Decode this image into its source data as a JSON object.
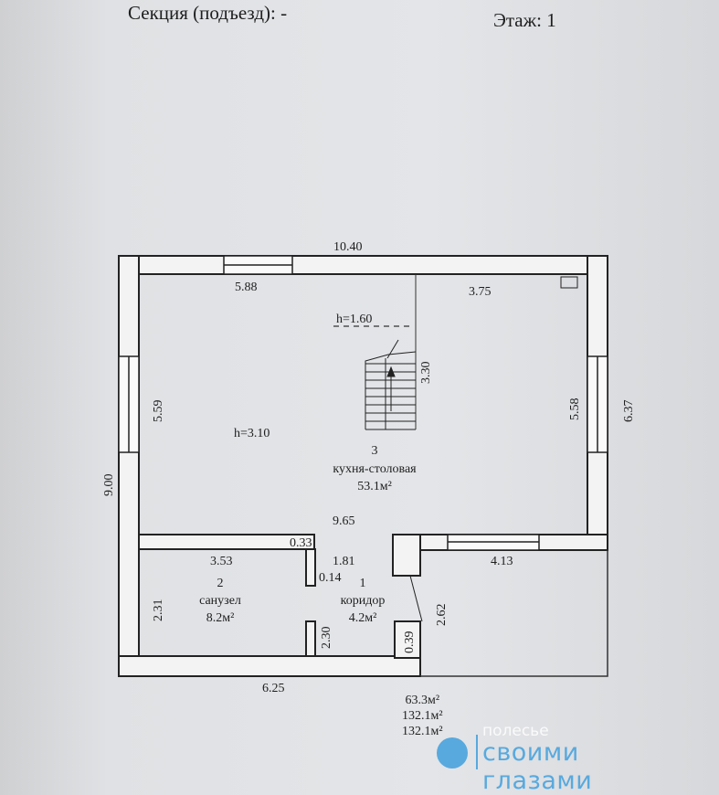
{
  "header": {
    "section": "Секция (подъезд): -",
    "floor": "Этаж: 1"
  },
  "dimensions": {
    "top_total": "10.40",
    "top_left": "5.88",
    "top_right": "3.75",
    "stair_h": "h=1.60",
    "stair_len": "3.30",
    "left_room": "5.59",
    "right_room": "5.58",
    "right_total": "6.37",
    "left_total": "9.00",
    "ceiling": "h=3.10",
    "mid_width": "9.65",
    "wall_033": "0.33",
    "bath_w": "3.53",
    "corr_w": "1.81",
    "stub_014": "0.14",
    "bath_h": "2.31",
    "stub_230": "2.30",
    "stub_039": "0.39",
    "corr_h": "2.62",
    "right_bottom": "4.13",
    "bottom_total": "6.25"
  },
  "rooms": [
    {
      "number": "3",
      "name": "кухня-столовая",
      "area": "53.1м²"
    },
    {
      "number": "2",
      "name": "санузел",
      "area": "8.2м²"
    },
    {
      "number": "1",
      "name": "коридор",
      "area": "4.2м²"
    }
  ],
  "totals": [
    "63.3м²",
    "132.1м²",
    "132.1м²"
  ],
  "watermark": {
    "line1": "полесье",
    "line2": "своими глазами",
    "color": "#58a9de"
  }
}
